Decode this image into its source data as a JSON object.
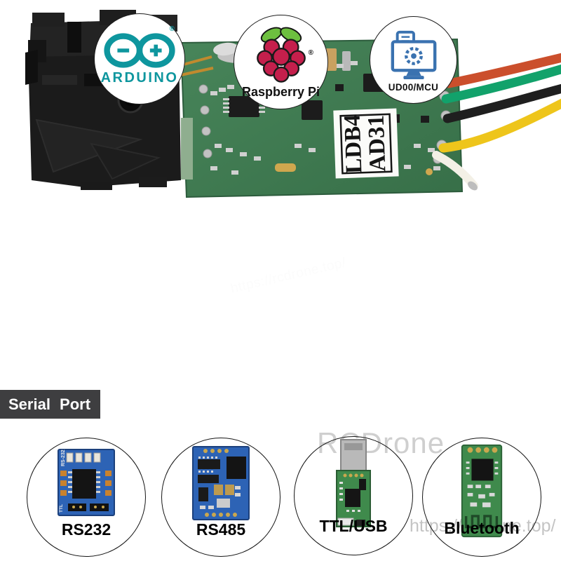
{
  "badges": {
    "arduino": {
      "label": "ARDUINO",
      "trademark": "®"
    },
    "raspberry_pi": {
      "label": "Raspberry Pi",
      "trademark": "®"
    },
    "udoo": {
      "label": "UD00/MCU"
    }
  },
  "product": {
    "description": "laser distance sensor module with black optics head, green PCB and 5 lead wires",
    "sticker_line1": "LDB4",
    "sticker_line2": "AD31",
    "wires": [
      {
        "name": "red",
        "color": "#cb4f2c"
      },
      {
        "name": "green",
        "color": "#12a26b"
      },
      {
        "name": "black",
        "color": "#1f1f1f"
      },
      {
        "name": "yellow",
        "color": "#eec51b"
      },
      {
        "name": "white",
        "color": "#f3f0e6"
      }
    ]
  },
  "section_banner": {
    "title": "Serial Port",
    "background": "#3e3e40",
    "text_color": "#ffffff"
  },
  "serial_options": [
    {
      "label": "RS232",
      "module": "rs232-ttl-converter-board"
    },
    {
      "label": "RS485",
      "module": "rs485-converter-board"
    },
    {
      "label": "TTL/USB",
      "module": "usb-ttl-adapter-board"
    },
    {
      "label": "Bluetooth",
      "module": "bluetooth-serial-module"
    }
  ],
  "rs232_board_texts": {
    "side": "RS-232",
    "bottom": "TTL"
  },
  "watermarks": {
    "brand": "RCDrone",
    "url": "https://rcdrone.top/"
  },
  "colors": {
    "pcb_green": "#3f7c52",
    "gold_pad": "#cfa74e",
    "module_blue": "#2d63b5",
    "module_green": "#3f8a4c",
    "arduino_teal": "#0e969e",
    "raspberry_red": "#c51f4c",
    "leaf_green": "#6dbf3f",
    "udoo_blue": "#3a72b0",
    "banner_gray": "#3e3e40"
  }
}
